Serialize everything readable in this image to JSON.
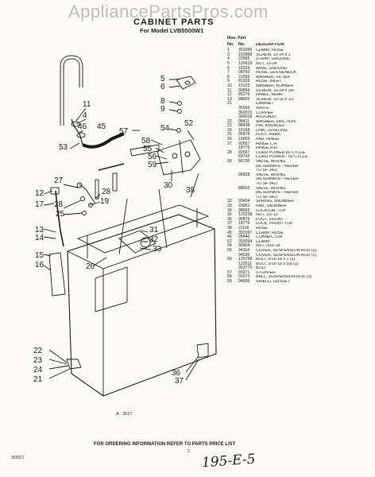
{
  "watermark": "AppliancePartsPros.com",
  "title": "CABINET PARTS",
  "subtitle": "For Model LVB5500W1",
  "header": {
    "illus": "Illus. Part",
    "no": "No.",
    "part_no": "No.",
    "description": "DESCRIPTION"
  },
  "parts": [
    [
      "1",
      "353095",
      "CLAMP, HOSE"
    ],
    [
      "3",
      "152868",
      "SCREW, 10-24 x 1"
    ],
    [
      "4",
      "22965",
      "STRAP, GROUND"
    ],
    [
      "5",
      "120619",
      "NUT, 10-24"
    ],
    [
      "6",
      "16324",
      "WIRE, GROUND"
    ],
    [
      "7",
      "98743",
      "HOSE, GOOSENECK"
    ],
    [
      "8",
      "21093",
      "WASHER, FILTER"
    ],
    [
      "9",
      "81328",
      "HOSE, INLET"
    ],
    [
      "10",
      "15123",
      "WASHER, RUBBER"
    ],
    [
      "11",
      "90864",
      "SCREW, 10-24 x 3/8"
    ],
    [
      "12",
      "85276",
      "PANEL, REAR"
    ],
    [
      "13",
      "98603",
      "SCREW, 10-16 x 1/2"
    ],
    [
      "21",
      "",
      "CABINET"
    ],
    [
      "",
      "35566",
      "WHITE"
    ],
    [
      "",
      "360015",
      "COPPER"
    ],
    [
      "",
      "360018",
      "AVOCADO"
    ],
    [
      "22",
      "98411",
      "WASHER, FRICTION"
    ],
    [
      "23",
      "98438",
      "PIN, KNURLED"
    ],
    [
      "24",
      "15168",
      "LINK, LEVELING"
    ],
    [
      "25",
      "95878",
      "FOOT, REAR"
    ],
    [
      "26",
      "15869",
      "PAD, HINGE"
    ],
    [
      "27",
      "92657",
      "HINGE L.H."
    ],
    [
      "",
      "18775",
      "HINGE R.H."
    ],
    [
      "28",
      "92567",
      "CORD POWER 60 CYCLE"
    ],
    [
      "",
      "83742",
      "CORD POWER - 50 CYCLE"
    ],
    [
      "30",
      "86795",
      "VALVE, MIXING"
    ],
    [
      "",
      "",
      "(ALTERNATE - REFER"
    ],
    [
      "",
      "",
      "TO SF 342)"
    ],
    [
      "",
      "86828",
      "VALVE, MIXING"
    ],
    [
      "",
      "",
      "(ALTERNATE - REFER"
    ],
    [
      "",
      "",
      "TO SF 342)"
    ],
    [
      "",
      "88652",
      "VALVE, MIXING"
    ],
    [
      "",
      "",
      "(ALTERNATE - REFER"
    ],
    [
      "",
      "",
      "TO SF-342)"
    ],
    [
      "32",
      "93434",
      "SPRING, SNUBBER"
    ],
    [
      "33",
      "93061",
      "PAD, SNUBBER"
    ],
    [
      "34",
      "98669",
      "LOCATOR, TOP"
    ],
    [
      "35",
      "120238",
      "NUT, 1/2-13"
    ],
    [
      "36",
      "95876",
      "FOOT, FRONT"
    ],
    [
      "37",
      "18776",
      "LOCK, FRONT TOP"
    ],
    [
      "38",
      "21116",
      "HOSE"
    ],
    [
      "45",
      "353097",
      "CLAMP, HOSE"
    ],
    [
      "46",
      "95440",
      "CONNECTOR"
    ],
    [
      "52",
      "353094",
      "CLAMP"
    ],
    [
      "54",
      "90904",
      "NUT, 5/16-18"
    ],
    [
      "55",
      "94114",
      "COVER, SUSPENSION ROD (2)"
    ],
    [
      "",
      "94530",
      "COVER, SUSPENSION ROD (1)"
    ],
    [
      "56",
      "120758",
      "BOLT, 5/16-18 x 1 (3)"
    ],
    [
      "",
      "120211",
      "BOLT, 5/16-18 x 5/8 (1)"
    ],
    [
      "",
      "353770",
      "BOLT"
    ],
    [
      "57",
      "93071",
      "STOPPER"
    ],
    [
      "58",
      "91973",
      "BALL, SUSPENSION ROD (3)"
    ],
    [
      "59",
      "94606",
      "SHIELD, GUSSET"
    ]
  ],
  "ref_code": "A - 3517",
  "footer": "FOR ORDERING INFORMATION REFER TO PARTS PRICE LIST",
  "page_number": "2",
  "doc_code": "353517",
  "handwritten": "195-E-5"
}
